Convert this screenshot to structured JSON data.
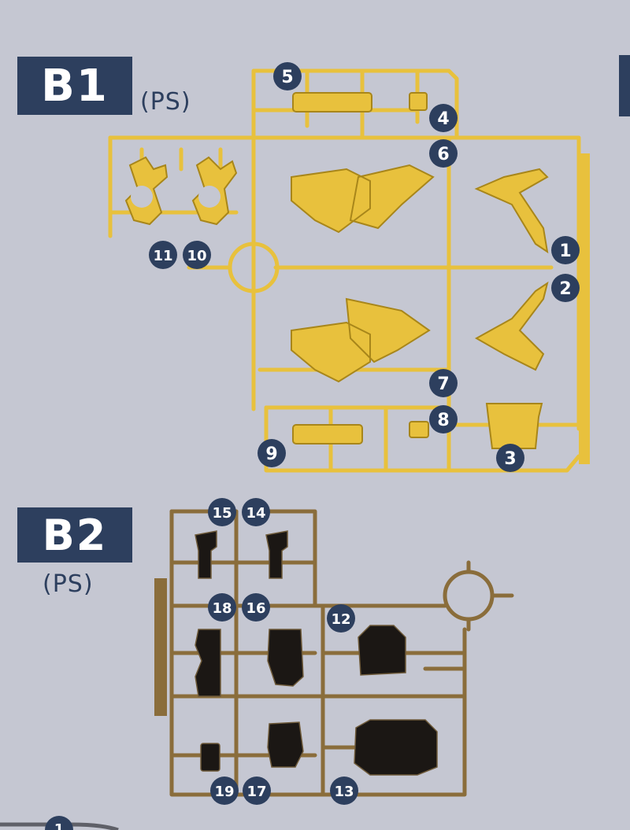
{
  "colors": {
    "background": "#c5c7d2",
    "label_bg": "#2d3f5e",
    "runner_b1": "#e8c13d",
    "runner_b1_dark": "#a8861a",
    "runner_b2": "#8a6d3b",
    "part_dark": "#1b1714",
    "badge": "#2d3f5e"
  },
  "sections": [
    {
      "label": "B1",
      "material": "(PS)",
      "parts": [
        "1",
        "2",
        "3",
        "4",
        "5",
        "6",
        "7",
        "8",
        "9",
        "10",
        "11"
      ]
    },
    {
      "label": "B2",
      "material": "(PS)",
      "parts": [
        "12",
        "13",
        "14",
        "15",
        "16",
        "17",
        "18",
        "19"
      ]
    }
  ],
  "partial_badge": "1"
}
